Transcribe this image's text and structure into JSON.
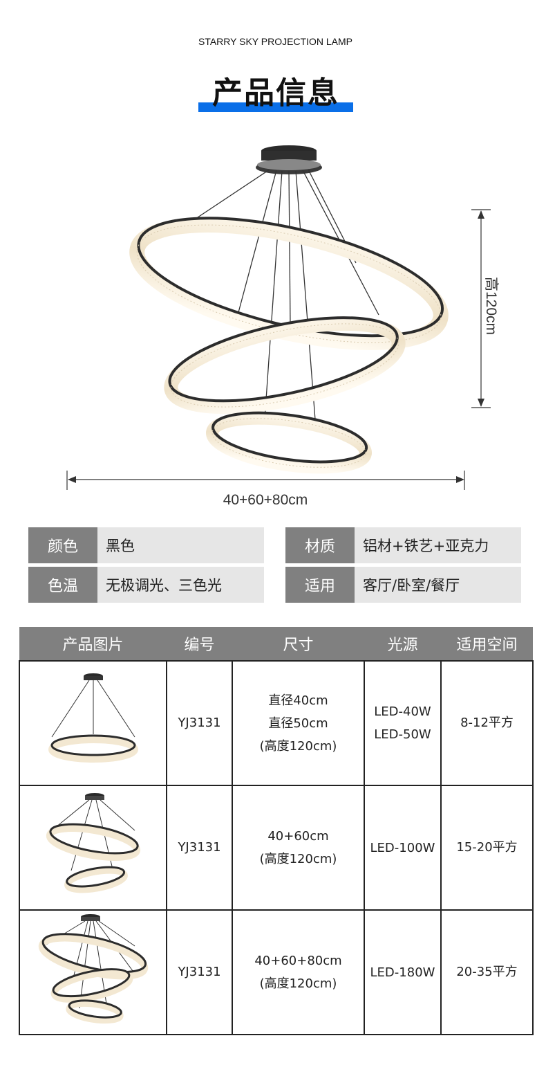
{
  "header": {
    "subtitle": "STARRY SKY PROJECTION LAMP",
    "title": "产品信息",
    "accent_color": "#0a6fe8"
  },
  "hero": {
    "height_label": "高120cm",
    "width_label": "40+60+80cm"
  },
  "specs": [
    {
      "key": "颜色",
      "value": "黑色"
    },
    {
      "key": "材质",
      "value": "铝材+铁艺+亚克力"
    },
    {
      "key": "色温",
      "value": "无极调光、三色光"
    },
    {
      "key": "适用",
      "value": "客厅/卧室/餐厅"
    }
  ],
  "table": {
    "headers": [
      "产品图片",
      "编号",
      "尺寸",
      "光源",
      "适用空间"
    ],
    "rows": [
      {
        "rings": 1,
        "code": "YJ3131",
        "size": [
          "直径40cm",
          "直径50cm",
          "(高度120cm)"
        ],
        "light": [
          "LED-40W",
          "LED-50W"
        ],
        "space": "8-12平方"
      },
      {
        "rings": 2,
        "code": "YJ3131",
        "size": [
          "40+60cm",
          "(高度120cm)"
        ],
        "light": [
          "LED-100W"
        ],
        "space": "15-20平方"
      },
      {
        "rings": 3,
        "code": "YJ3131",
        "size": [
          "40+60+80cm",
          "(高度120cm)"
        ],
        "light": [
          "LED-180W"
        ],
        "space": "20-35平方"
      }
    ]
  }
}
